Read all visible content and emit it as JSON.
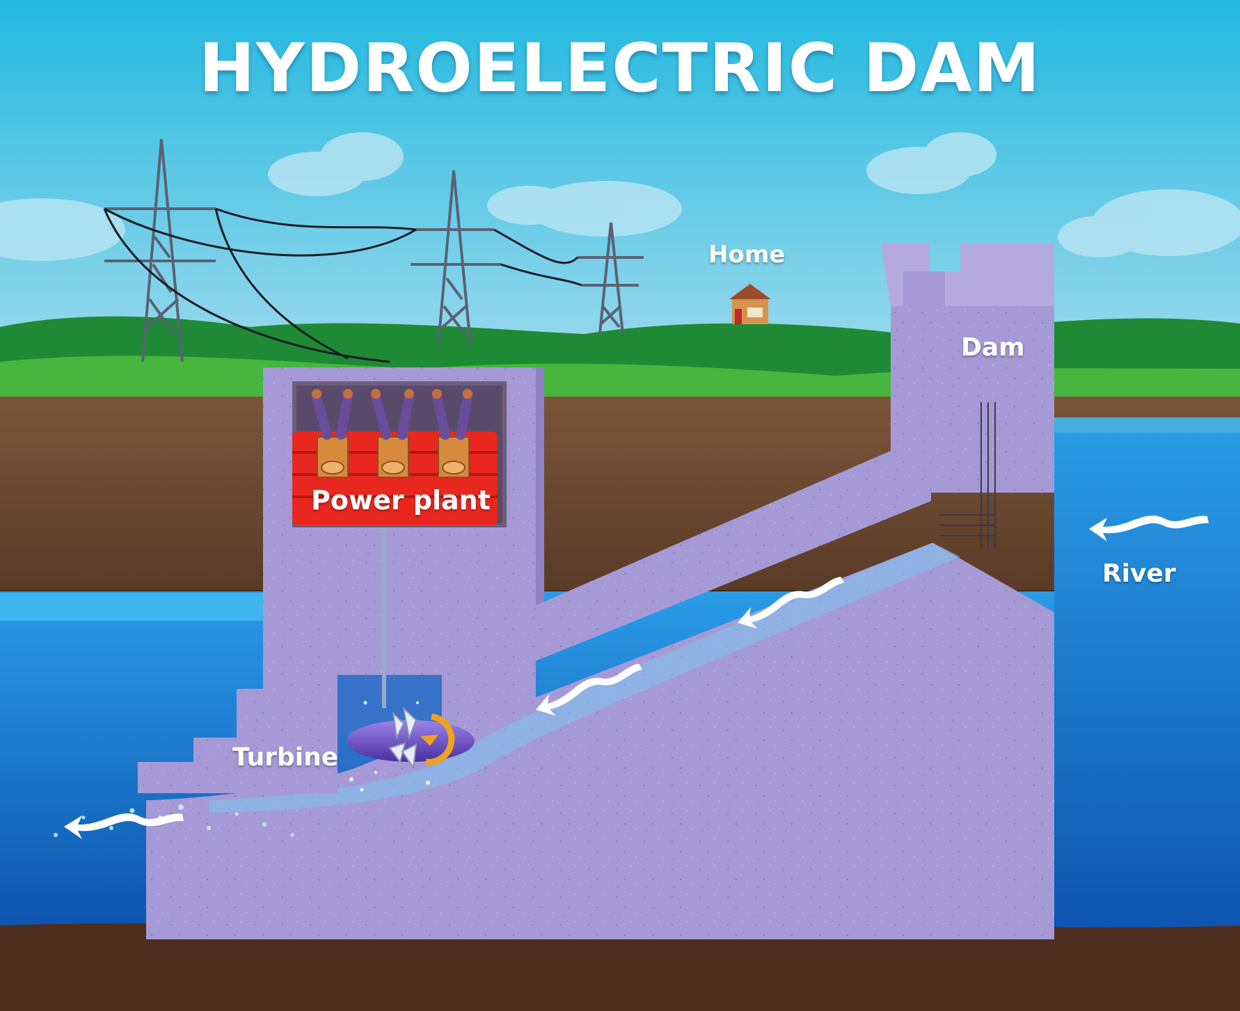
{
  "title": "HYDROELECTRIC DAM",
  "labels": {
    "home": "Home",
    "dam": "Dam",
    "river": "River",
    "power_plant": "Power plant",
    "turbine": "Turbine"
  },
  "colors": {
    "sky_top": "#2fbfe0",
    "sky_bottom": "#8fd6ea",
    "grass": "#3fae3c",
    "soil": "#6b4a33",
    "water": "#1f86d8",
    "water_deep": "#0f5fb8",
    "concrete": "#a59ad6",
    "concrete_dark": "#8e83c4",
    "generator": "#e8271f",
    "turbine": "#6a4cc4"
  }
}
